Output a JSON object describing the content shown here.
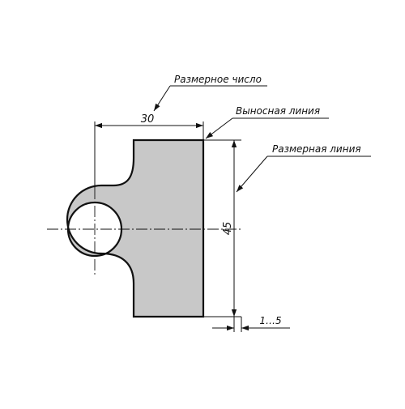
{
  "labels": {
    "dimension_number": "Размерное число",
    "extension_line": "Выносная линия",
    "dimension_line": "Размерная линия"
  },
  "dimensions": {
    "width": "30",
    "height": "45",
    "gap": "1…5"
  },
  "colors": {
    "part_fill": "#c8c8c8",
    "line": "#111111"
  }
}
